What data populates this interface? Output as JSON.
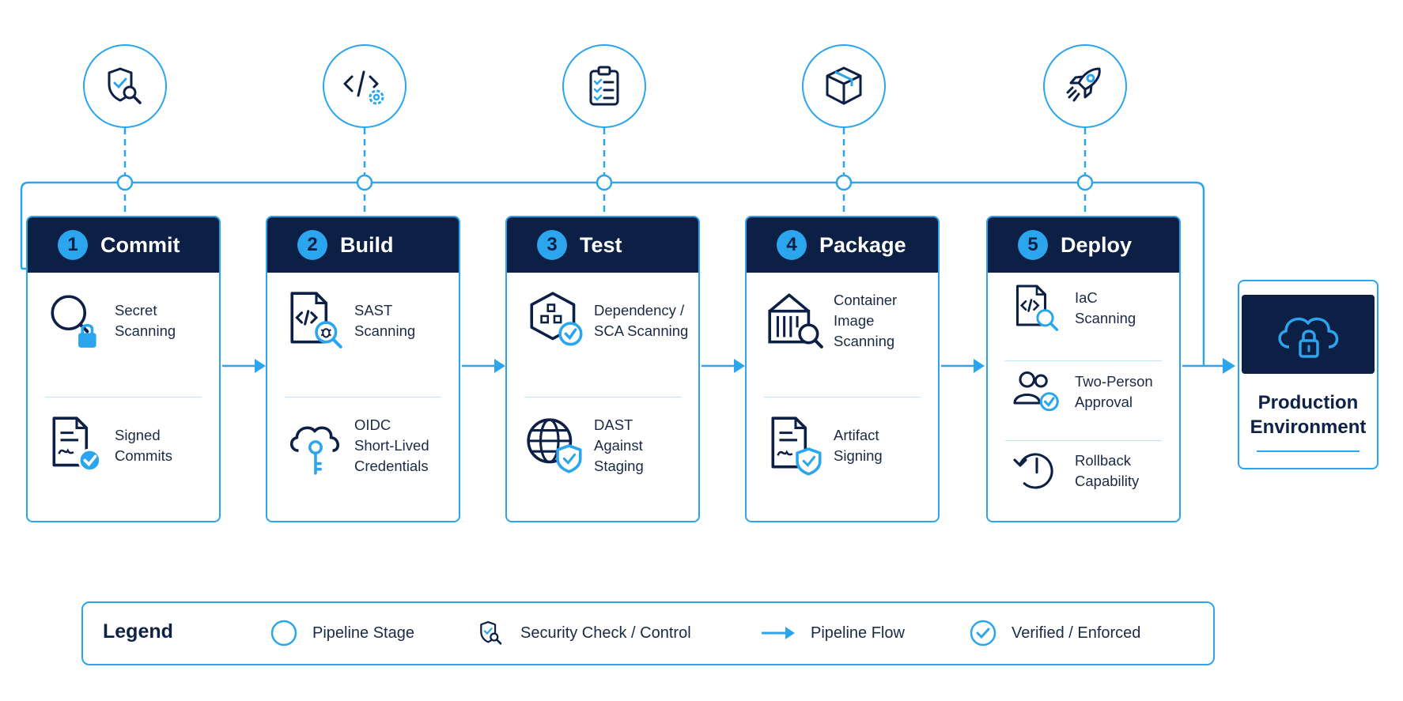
{
  "stages": [
    {
      "number": "1",
      "title": "Commit",
      "top_icon": "shield-search-icon",
      "items": [
        {
          "label": "Secret\nScanning",
          "icon": "magnifier-lock-icon"
        },
        {
          "label": "Signed\nCommits",
          "icon": "signed-document-check-icon"
        }
      ]
    },
    {
      "number": "2",
      "title": "Build",
      "top_icon": "code-gear-icon",
      "items": [
        {
          "label": "SAST\nScanning",
          "icon": "code-file-bug-search-icon"
        },
        {
          "label": "OIDC\nShort-Lived\nCredentials",
          "icon": "cloud-key-icon"
        }
      ]
    },
    {
      "number": "3",
      "title": "Test",
      "top_icon": "clipboard-checklist-icon",
      "items": [
        {
          "label": "Dependency /\nSCA Scanning",
          "icon": "hexagon-cubes-check-icon"
        },
        {
          "label": "DAST\nAgainst\nStaging",
          "icon": "globe-shield-icon"
        }
      ]
    },
    {
      "number": "4",
      "title": "Package",
      "top_icon": "box-icon",
      "items": [
        {
          "label": "Container\nImage\nScanning",
          "icon": "container-search-icon"
        },
        {
          "label": "Artifact\nSigning",
          "icon": "signed-document-shield-icon"
        }
      ]
    },
    {
      "number": "5",
      "title": "Deploy",
      "top_icon": "rocket-icon",
      "items": [
        {
          "label": "IaC\nScanning",
          "icon": "code-file-search-icon"
        },
        {
          "label": "Two-Person\nApproval",
          "icon": "two-users-check-icon"
        },
        {
          "label": "Rollback\nCapability",
          "icon": "rollback-clock-icon"
        }
      ]
    }
  ],
  "production": {
    "label": "Production\nEnvironment",
    "icon": "cloud-lock-icon"
  },
  "legend": {
    "title": "Legend",
    "items": [
      {
        "label": "Pipeline Stage",
        "icon": "circle-icon"
      },
      {
        "label": "Security Check / Control",
        "icon": "shield-search-icon"
      },
      {
        "label": "Pipeline Flow",
        "icon": "arrow-right-icon"
      },
      {
        "label": "Verified / Enforced",
        "icon": "check-circle-icon"
      }
    ]
  },
  "colors": {
    "navy": "#0c1f45",
    "accent": "#2aa5ee",
    "text": "#1a2a44"
  }
}
